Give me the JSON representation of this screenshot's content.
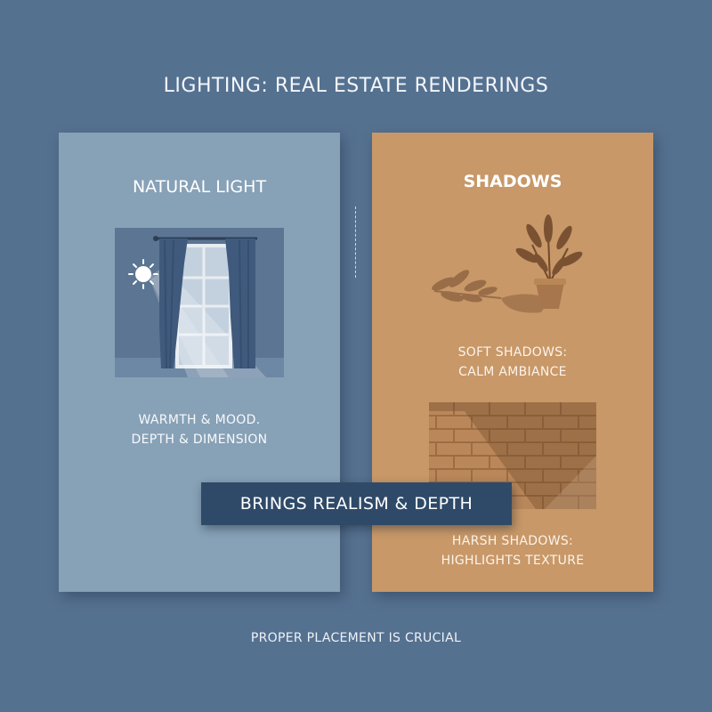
{
  "title": "LIGHTING: REAL ESTATE RENDERINGS",
  "left_panel": {
    "title": "NATURAL LIGHT",
    "caption_lines": [
      "WARMTH & MOOD.",
      "DEPTH & DIMENSION"
    ],
    "icons": [
      "sun-icon",
      "window-icon",
      "curtain-icon"
    ]
  },
  "right_panel": {
    "title": "SHADOWS",
    "soft": {
      "lines": [
        "SOFT SHADOWS:",
        "CALM AMBIANCE"
      ],
      "icon": "potted-plant-icon"
    },
    "harsh": {
      "lines": [
        "HARSH SHADOWS:",
        "HIGHLIGHTS TEXTURE"
      ],
      "icon": "brick-wall-icon"
    }
  },
  "banner": "BRINGS REALISM & DEPTH",
  "footer": "PROPER PLACEMENT IS CRUCIAL",
  "colors": {
    "background": "#557190",
    "left_panel": "#87a1b7",
    "right_panel": "#c89868",
    "banner": "#2f4a68",
    "text": "#ffffff"
  }
}
